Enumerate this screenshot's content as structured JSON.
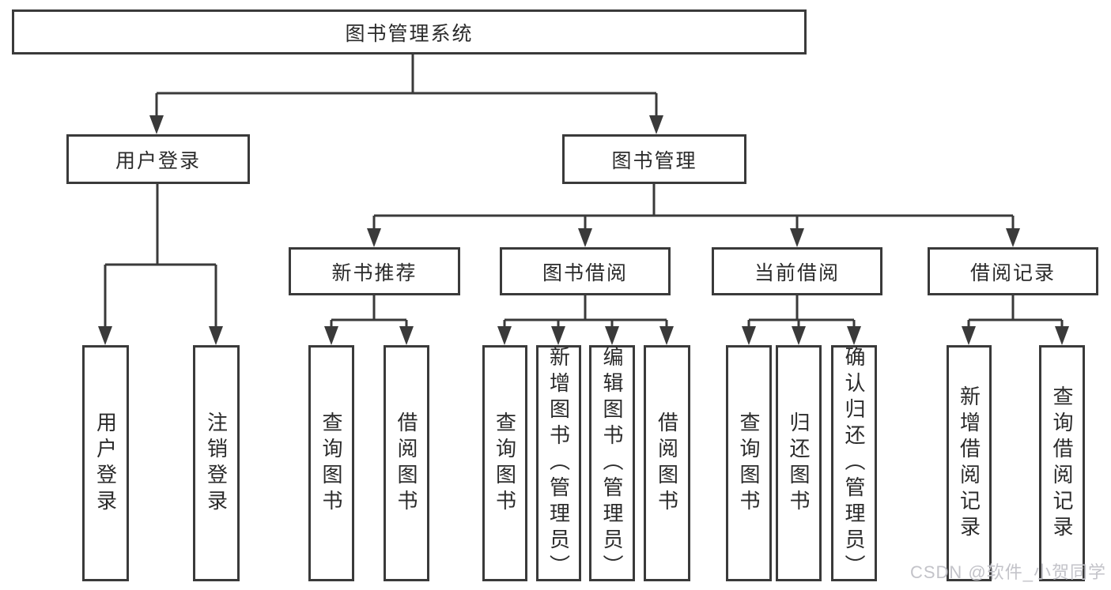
{
  "tree": {
    "label": "图书管理系统",
    "children": [
      {
        "label": "用户登录",
        "children": [
          {
            "label": "用户登录"
          },
          {
            "label": "注销登录"
          }
        ]
      },
      {
        "label": "图书管理",
        "children": [
          {
            "label": "新书推荐",
            "children": [
              {
                "label": "查询图书"
              },
              {
                "label": "借阅图书"
              }
            ]
          },
          {
            "label": "图书借阅",
            "children": [
              {
                "label": "查询图书"
              },
              {
                "label": "新增图书（管理员）"
              },
              {
                "label": "编辑图书（管理员）"
              },
              {
                "label": "借阅图书"
              }
            ]
          },
          {
            "label": "当前借阅",
            "children": [
              {
                "label": "查询图书"
              },
              {
                "label": "归还图书"
              },
              {
                "label": "确认归还（管理员）"
              }
            ]
          },
          {
            "label": "借阅记录",
            "children": [
              {
                "label": "新增借阅记录"
              },
              {
                "label": "查询借阅记录"
              }
            ]
          }
        ]
      }
    ]
  },
  "watermark": {
    "text": "CSDN @软件_小贺同学"
  },
  "colors": {
    "line": "#3a3a3a",
    "box_border": "#3a3a3a",
    "text": "#2b2b2b",
    "background": "#ffffff",
    "watermark": "#c3c3c9"
  }
}
